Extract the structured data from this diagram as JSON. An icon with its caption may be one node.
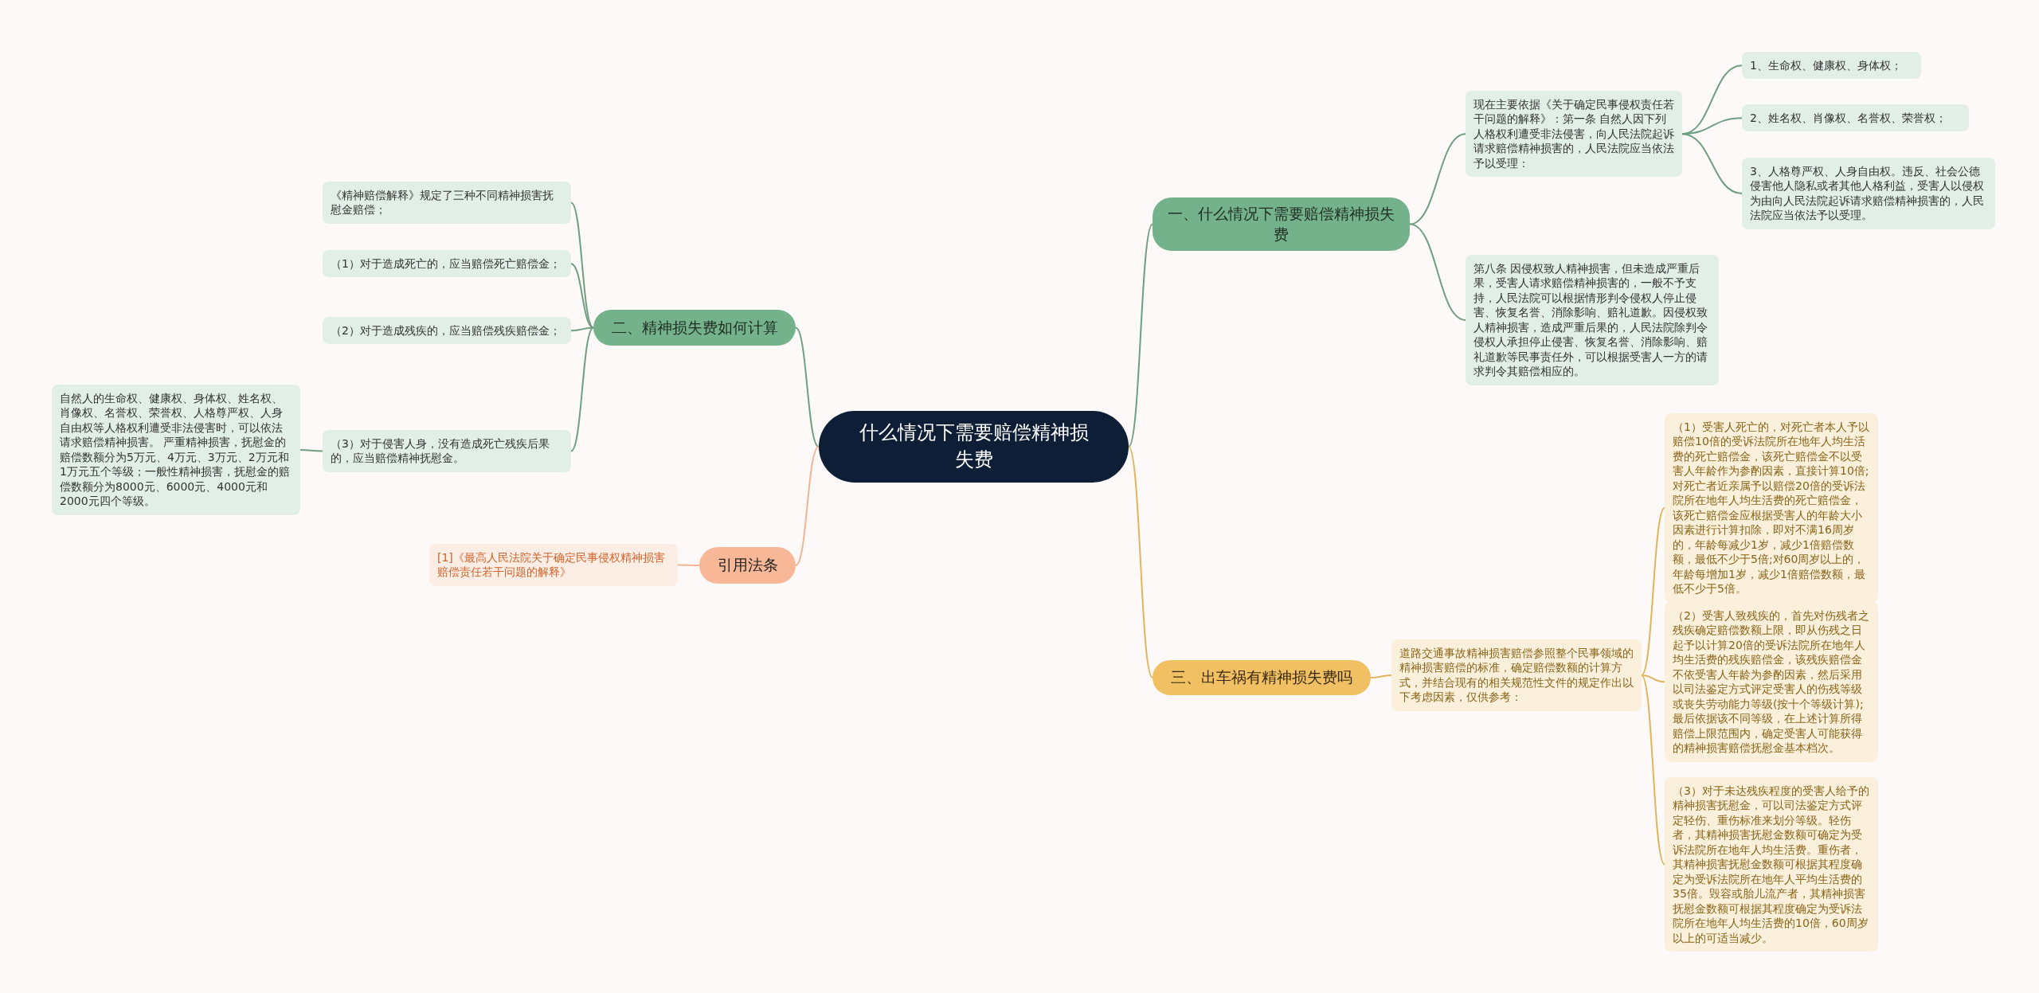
{
  "diagram": {
    "nodes": [
      {
        "text": [
          "什么情况下需要赔偿精神损失费"
        ]
      },
      {
        "text": [
          "一、什么情况下需要赔偿精神损失费"
        ]
      },
      {
        "text": [
          "现在主要依据《关于确定民事侵权责任若干问题的解释》：第一条 自然人因下列人格权利遭受非法侵害，向人民法院起诉请求赔偿精神损害的，人民法院应当依法予以受理："
        ]
      },
      {
        "text": [
          "1、生命权、健康权、身体权；"
        ]
      },
      {
        "text": [
          "2、姓名权、肖像权、名誉权、荣誉权；"
        ]
      },
      {
        "text": [
          "3、人格尊严权、人身自由权。违反、社会公德侵害他人隐私或者其他人格利益，受害人以侵权为由向人民法院起诉请求赔偿精神损害的，人民法院应当依法予以受理。"
        ]
      },
      {
        "text": [
          "第八条 因侵权致人精神损害，但未造成严重后果，受害人请求赔偿精神损害的，一般不予支持，人民法院可以根据情形判令侵权人停止侵害、恢复名誉、消除影响、赔礼道歉。因侵权致人精神损害，造成严重后果的，人民法院除判令侵权人承担停止侵害、恢复名誉、消除影响、赔礼道歉等民事责任外，可以根据受害人一方的请求判令其赔偿相应的。"
        ]
      },
      {
        "text": [
          "二、精神损失费如何计算"
        ]
      },
      {
        "text": [
          "《精神赔偿解释》规定了三种不同精神损害抚慰金赔偿；"
        ]
      },
      {
        "text": [
          "（1）对于造成死亡的，应当赔偿死亡赔偿金；"
        ]
      },
      {
        "text": [
          "（2）对于造成残疾的，应当赔偿残疾赔偿金；"
        ]
      },
      {
        "text": [
          "（3）对于侵害人身，没有造成死亡残疾后果的，应当赔偿精神抚慰金。"
        ]
      },
      {
        "text": [
          "自然人的生命权、健康权、身体权、姓名权、肖像权、名誉权、荣誉权、人格尊严权、人身自由权等人格权利遭受非法侵害时，可以依法请求赔偿精神损害。 严重精神损害，抚慰金的赔偿数额分为5万元、4万元、3万元、2万元和1万元五个等级；一般性精神损害，抚慰金的赔偿数额分为8000元、6000元、4000元和2000元四个等级。"
        ]
      },
      {
        "text": [
          "引用法条"
        ]
      },
      {
        "text": [
          "[1]《最高人民法院关于确定民事侵权精神损害赔偿责任若干问题的解释》"
        ]
      },
      {
        "text": [
          "三、出车祸有精神损失费吗"
        ]
      },
      {
        "text": [
          "道路交通事故精神损害赔偿参照整个民事领域的精神损害赔偿的标准，确定赔偿数额的计算方式，并结合现有的相关规范性文件的规定作出以下考虑因素，仅供参考："
        ]
      },
      {
        "text": [
          "（1）受害人死亡的，对死亡者本人予以赔偿10倍的受诉法院所在地年人均生活费的死亡赔偿金，该死亡赔偿金不以受害人年龄作为参酌因素，直接计算10倍;对死亡者近亲属予以赔偿20倍的受诉法院所在地年人均生活费的死亡赔偿金，该死亡赔偿金应根据受害人的年龄大小因素进行计算扣除，即对不满16周岁的，年龄每减少1岁，减少1倍赔偿数额，最低不少于5倍;对60周岁以上的，年龄每增加1岁，减少1倍赔偿数额，最低不少于5倍。"
        ]
      },
      {
        "text": [
          "（2）受害人致残疾的，首先对伤残者之残疾确定赔偿数额上限，即从伤残之日起予以计算20倍的受诉法院所在地年人均生活费的残疾赔偿金，该残疾赔偿金不依受害人年龄为参酌因素，然后采用以司法鉴定方式评定受害人的伤残等级或丧失劳动能力等级(按十个等级计算);最后依据该不同等级，在上述计算所得赔偿上限范围内，确定受害人可能获得的精神损害赔偿抚慰金基本档次。"
        ]
      },
      {
        "text": [
          "（3）对于未达残疾程度的受害人给予的精神损害抚慰金，可以司法鉴定方式评定轻伤、重伤标准来划分等级。轻伤者，其精神损害抚慰金数额可确定为受诉法院所在地年人均生活费。重伤者，其精神损害抚慰金数额可根据其程度确定为受诉法院所在地年人平均生活费的35倍。毁容或胎儿流产者，其精神损害抚慰金数额可根据其程度确定为受诉法院所在地年人均生活费的10倍，60周岁以上的可适当减少。"
        ]
      }
    ],
    "edges": [
      {
        "from": 0,
        "to": 1,
        "arrow": "none"
      },
      {
        "from": 1,
        "to": 2,
        "arrow": "none"
      },
      {
        "from": 2,
        "to": 3,
        "arrow": "none"
      },
      {
        "from": 2,
        "to": 4,
        "arrow": "none"
      },
      {
        "from": 2,
        "to": 5,
        "arrow": "none"
      },
      {
        "from": 1,
        "to": 6,
        "arrow": "none"
      },
      {
        "from": 0,
        "to": 7,
        "arrow": "none"
      },
      {
        "from": 7,
        "to": 8,
        "arrow": "none"
      },
      {
        "from": 7,
        "to": 9,
        "arrow": "none"
      },
      {
        "from": 7,
        "to": 10,
        "arrow": "none"
      },
      {
        "from": 7,
        "to": 11,
        "arrow": "none"
      },
      {
        "from": 11,
        "to": 12,
        "arrow": "none"
      },
      {
        "from": 0,
        "to": 13,
        "arrow": "none",
        "color": "#f2b594"
      },
      {
        "from": 13,
        "to": 14,
        "arrow": "none",
        "color": "#f2b594"
      },
      {
        "from": 0,
        "to": 15,
        "arrow": "none",
        "color": "#e2b55c"
      },
      {
        "from": 15,
        "to": 16,
        "arrow": "none",
        "color": "#e2b55c"
      },
      {
        "from": 16,
        "to": 17,
        "arrow": "none",
        "color": "#e2b55c"
      },
      {
        "from": 16,
        "to": 18,
        "arrow": "none",
        "color": "#e2b55c"
      },
      {
        "from": 16,
        "to": 19,
        "arrow": "none",
        "color": "#e2b55c"
      }
    ]
  }
}
